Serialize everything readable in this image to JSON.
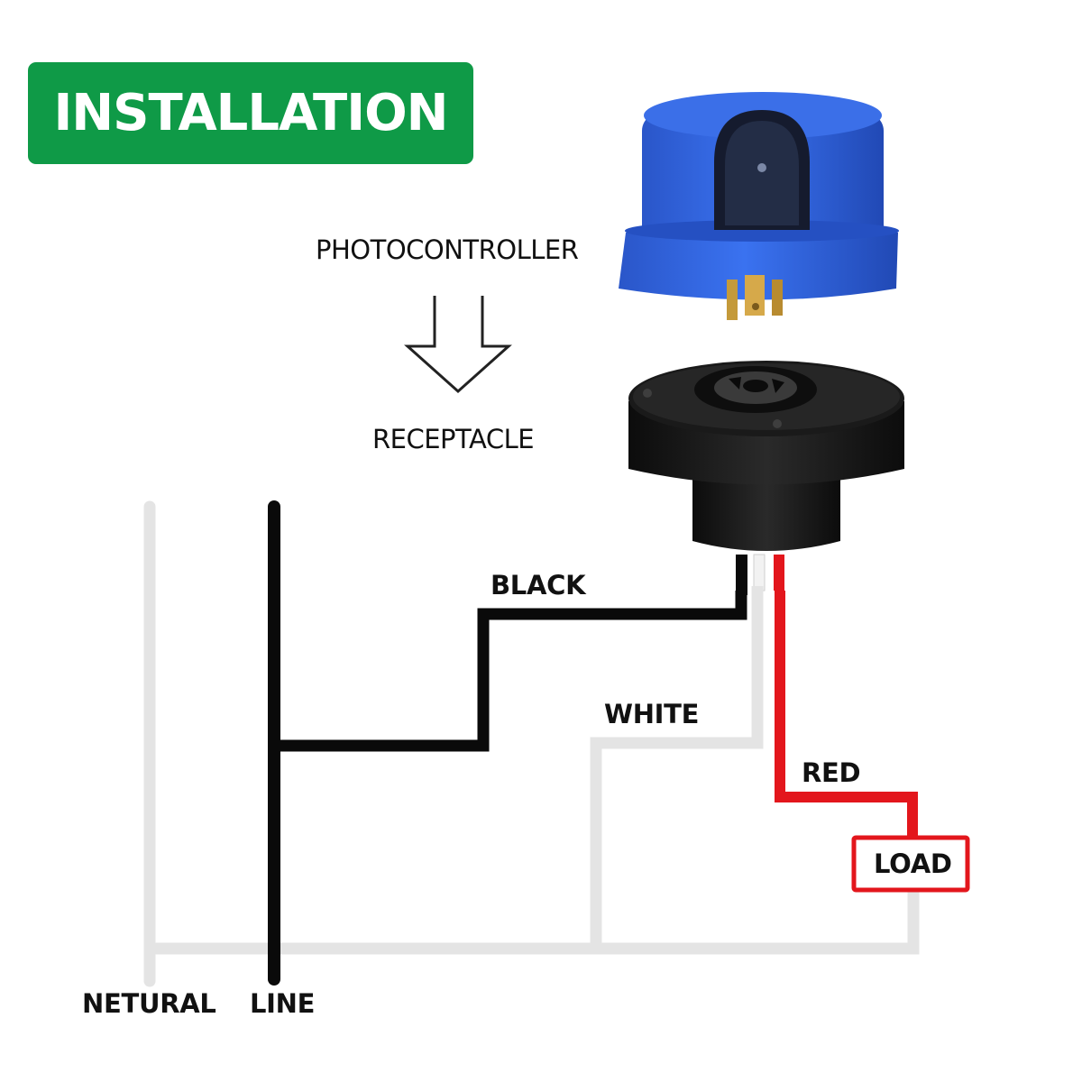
{
  "banner": {
    "title": "INSTALLATION"
  },
  "labels": {
    "photocontroller": "PHOTOCONTROLLER",
    "receptacle": "RECEPTACLE",
    "black": "BLACK",
    "white": "WHITE",
    "red": "RED",
    "load": "LOAD",
    "neutral": "NETURAL",
    "line": "LINE"
  },
  "colors": {
    "banner_green": "#0f9a47",
    "photocell_blue": "#2f63e0",
    "receptacle_black": "#151515",
    "wire_black": "#0a0a0a",
    "wire_white": "#e4e4e4",
    "wire_red": "#e3161c"
  }
}
